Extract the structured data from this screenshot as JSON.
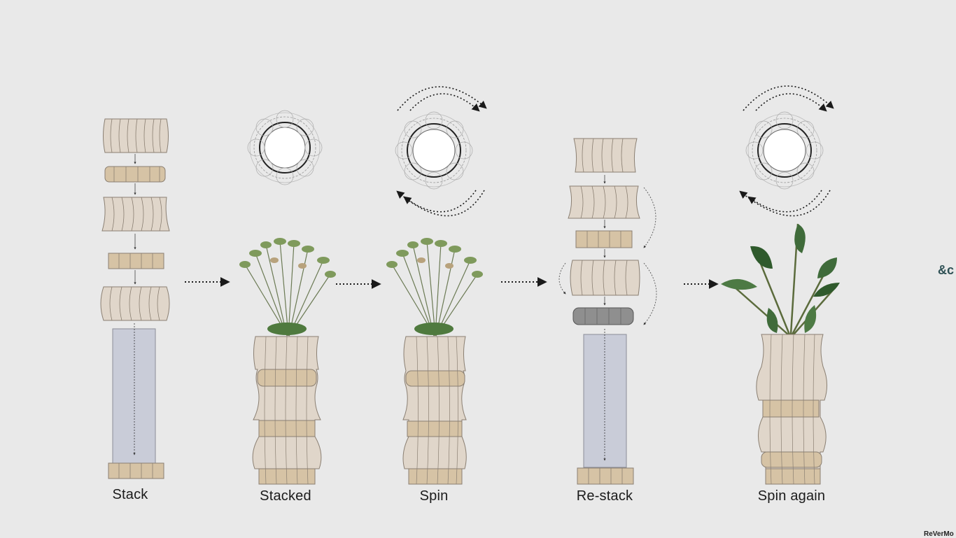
{
  "stages": [
    {
      "label": "Stack"
    },
    {
      "label": "Stacked"
    },
    {
      "label": "Spin"
    },
    {
      "label": "Re-stack"
    },
    {
      "label": "Spin again"
    }
  ],
  "brand": {
    "mark": "&c"
  },
  "footer": {
    "text": "ReVerMo"
  },
  "colors": {
    "background": "#e9e9e9",
    "beige_module": "#e0d6ca",
    "tan_ring": "#d6c3a5",
    "pole": "#c9ccd8",
    "grey_ring": "#8f8f8f",
    "foliage": "#3f6b3a",
    "arrow": "#1a1a1a"
  }
}
